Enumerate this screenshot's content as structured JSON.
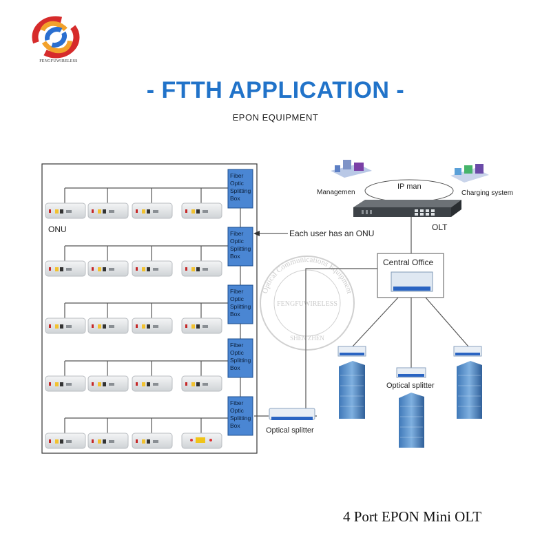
{
  "brand": {
    "name": "FENGFUWIRELESS"
  },
  "header": {
    "title": "- FTTH APPLICATION -",
    "subtitle": "EPON EQUIPMENT"
  },
  "diagram": {
    "splitting_box_label": [
      "Fiber",
      "Optic",
      "Splitting",
      "Box"
    ],
    "onu_label": "ONU",
    "user_note": "Each user has an ONU",
    "optical_splitter_label": "Optical splitter",
    "central_office_label": "Central Office",
    "olt_label": "OLT",
    "ip_man_label": "IP man",
    "management_label": "Managemen",
    "charging_label": "Charging system"
  },
  "watermark": {
    "top_arc": "Optical Communications Equipment",
    "center": "FENGFUWIRELESS",
    "bottom": "SHEN ZHEN"
  },
  "footer": {
    "caption": "4 Port EPON Mini OLT"
  },
  "colors": {
    "accent": "#2173c9",
    "box_fill": "#4a86d3",
    "box_stroke": "#1e4f8f",
    "line": "#555555",
    "onu_body": "#e4e6e8",
    "olt_body": "#3d4247",
    "building": "#5a8fc9"
  }
}
